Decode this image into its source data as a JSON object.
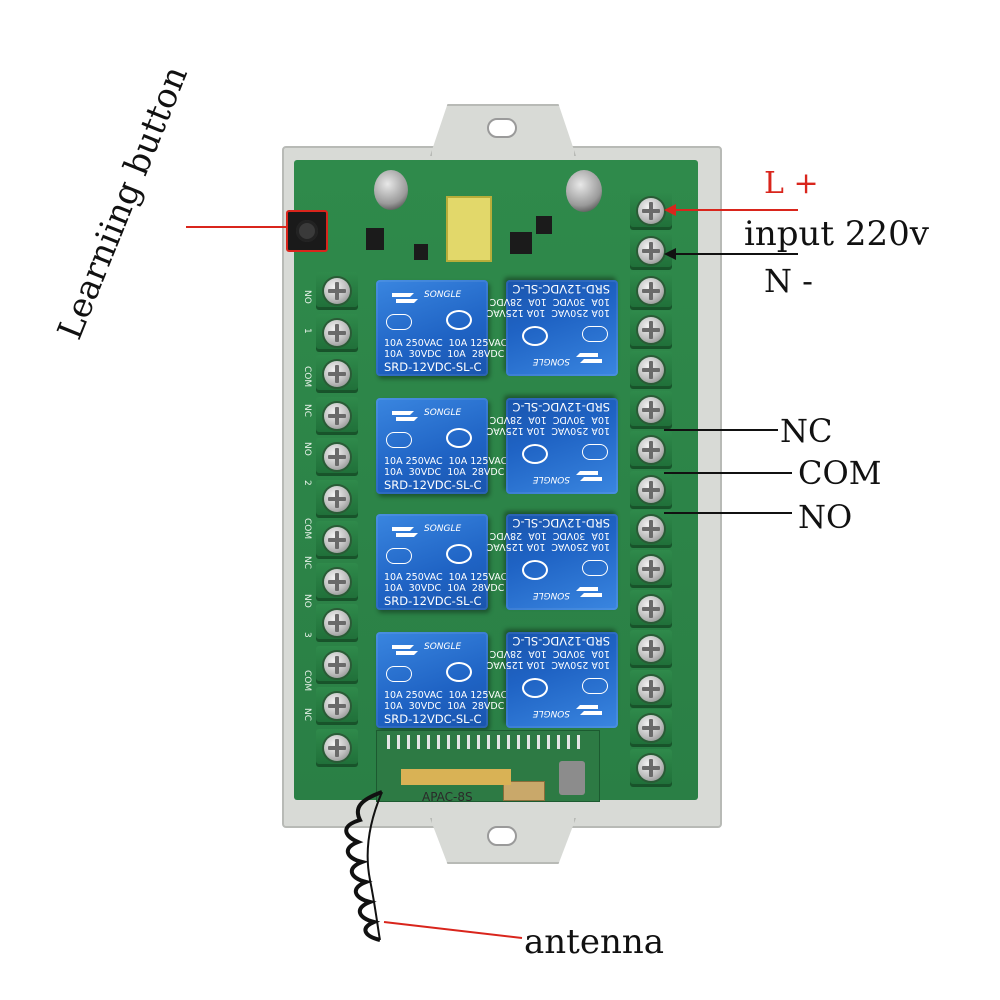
{
  "callouts": {
    "learning_button": "Learniing button",
    "l_plus": "L +",
    "input": "input  220v",
    "n_minus": "N -",
    "nc": "NC",
    "com": "COM",
    "no": "NO",
    "antenna": "antenna"
  },
  "board": {
    "module_label": "APAC-8S",
    "silk_left": [
      "NO",
      "1",
      "COM",
      "NC",
      "NO",
      "2",
      "COM",
      "NC",
      "NO",
      "3",
      "COM",
      "NC"
    ],
    "colors": {
      "pcb": "#2f8a4b",
      "enclosure": "#d7d9d6",
      "relay": "#2a72d4",
      "callout_red": "#d9251c"
    }
  },
  "relay": {
    "brand": "SONGLE",
    "rating_line1": "10A 250VAC  10A 125VAC",
    "rating_line2": "10A  30VDC  10A  28VDC",
    "model": "SRD-12VDC-SL-C"
  }
}
